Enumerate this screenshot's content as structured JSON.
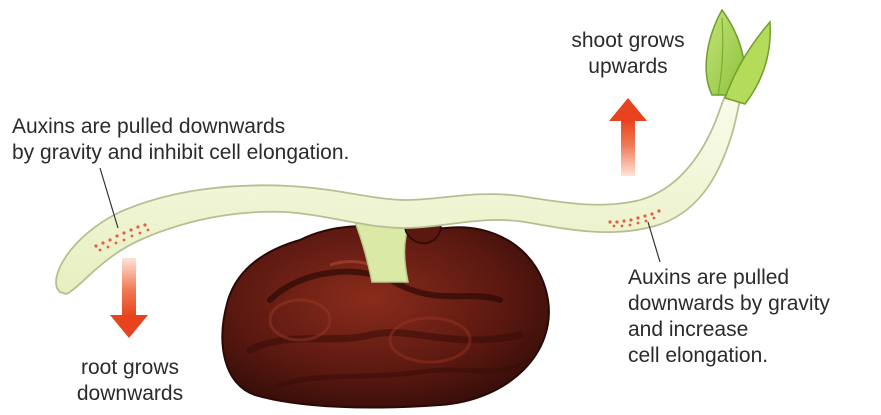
{
  "labels": {
    "root_auxins_line1": "Auxins are pulled downwards",
    "root_auxins_line2": "by gravity and inhibit cell elongation.",
    "shoot_direction_line1": "shoot grows",
    "shoot_direction_line2": "upwards",
    "root_direction_line1": "root grows",
    "root_direction_line2": "downwards",
    "shoot_auxins_line1": "Auxins are pulled",
    "shoot_auxins_line2": "downwards by gravity",
    "shoot_auxins_line3": "and increase",
    "shoot_auxins_line4": "cell elongation."
  },
  "colors": {
    "arrow_dark": "#e8431e",
    "arrow_light": "#ffd5c6",
    "seed_dark": "#3a0f0a",
    "seed_mid": "#7a2318",
    "stem_light": "#f4f7d6",
    "stem_green": "#d9ec9a",
    "leaf_green": "#a7d24a",
    "auxin_dots": "#e0604a"
  }
}
